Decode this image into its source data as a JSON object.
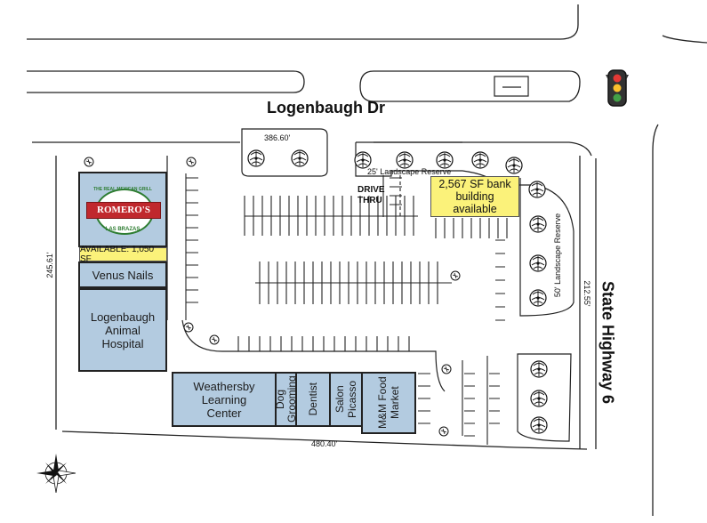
{
  "map": {
    "street_north": "Logenbaugh Dr",
    "street_east": "State Highway 6",
    "drive_thru": "DRIVE THRU",
    "dimensions": {
      "north": "386.60'",
      "south": "480.40'",
      "west": "245.61'",
      "east": "212.55'"
    },
    "reserves": {
      "north": "25' Landscape Reserve",
      "east": "50' Landscape Reserve"
    },
    "bank_building": "2,567 SF bank building available",
    "available_unit": "AVAILABLE: 1,050 SF",
    "logo": {
      "name": "ROMERO'S",
      "top_text": "THE REAL MEXICAN GRILL",
      "bottom_text": "LAS BRAZAS"
    },
    "tenants": {
      "venus_nails": "Venus Nails",
      "animal_hospital": "Logenbaugh Animal Hospital",
      "learning_center": "Weathersby Learning Center",
      "dog_grooming": "Dog Grooming",
      "dentist": "Dentist",
      "salon": "Salon Picasso",
      "food_market": "M&M Food Market"
    },
    "colors": {
      "tenant_fill": "#b3cbe0",
      "highlight": "#fbf27a",
      "logo_red": "#c0282d",
      "logo_green": "#2e7d32"
    }
  }
}
